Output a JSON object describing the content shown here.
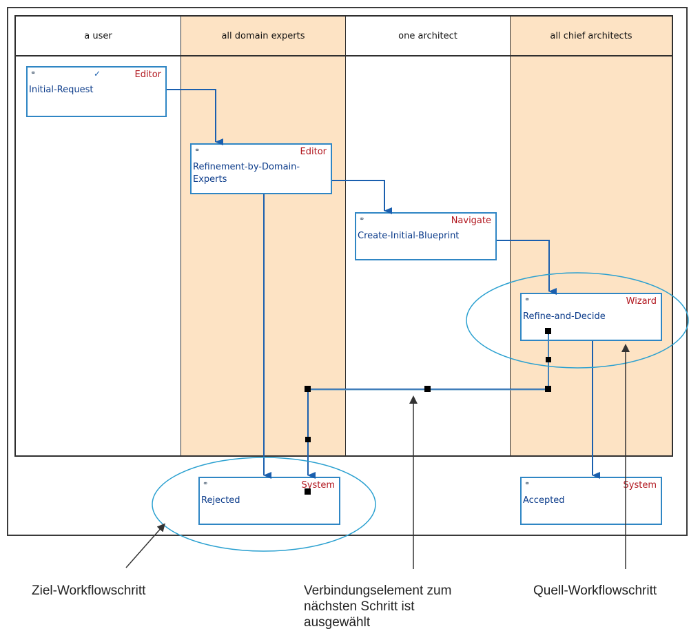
{
  "lanes": [
    {
      "title": "a user"
    },
    {
      "title": "all domain experts"
    },
    {
      "title": "one architect"
    },
    {
      "title": "all chief architects"
    }
  ],
  "steps": {
    "initial_request": {
      "type": "Editor",
      "name": "Initial-Request",
      "checked": true
    },
    "refinement": {
      "type": "Editor",
      "name": "Refinement-by-Domain-Experts"
    },
    "create_blueprint": {
      "type": "Navigate",
      "name": "Create-Initial-Blueprint"
    },
    "refine_decide": {
      "type": "Wizard",
      "name": "Refine-and-Decide"
    },
    "rejected": {
      "type": "System",
      "name": "Rejected"
    },
    "accepted": {
      "type": "System",
      "name": "Accepted"
    }
  },
  "icons": {
    "step_icon": "workflow-step-icon",
    "check": "checkmark-icon"
  },
  "colors": {
    "lane_alt": "#fde3c4",
    "connector": "#1a5fae",
    "step_border": "#2f86c4",
    "step_type": "#b0141c",
    "highlight": "#2aa0d0"
  },
  "annotations": {
    "target": "Ziel-Workflowschritt",
    "connector": "Verbindungselement zum\nnächsten Schritt ist\nausgewählt",
    "source": "Quell-Workflowschritt"
  }
}
